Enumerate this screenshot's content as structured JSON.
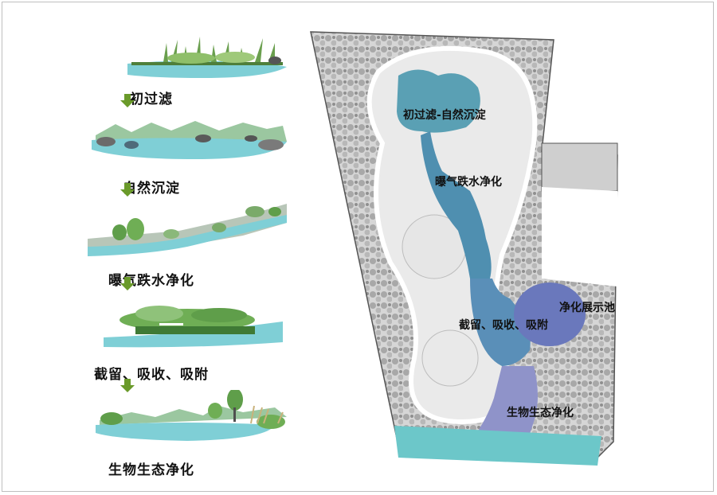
{
  "process": {
    "steps": [
      {
        "label": "初过滤"
      },
      {
        "label": "自然沉淀"
      },
      {
        "label": "曝气跌水净化"
      },
      {
        "label": "截留、吸收、吸附"
      },
      {
        "label": "生物生态净化"
      }
    ]
  },
  "map": {
    "zones": {
      "pond": "初过滤-自然沉淀",
      "aeration": "曝气跌水净化",
      "display_pool": "净化展示池",
      "retention": "截留、吸收、吸附",
      "bio": "生物生态净化"
    }
  },
  "colors": {
    "water_light": "#7fcfd6",
    "water_dark": "#4a95b4",
    "water_purple": "#7f86c4",
    "arrow_green": "#6a9a2a",
    "tree_gray": "#9a9a9a",
    "vegetation_green": "#5f9e4a"
  }
}
